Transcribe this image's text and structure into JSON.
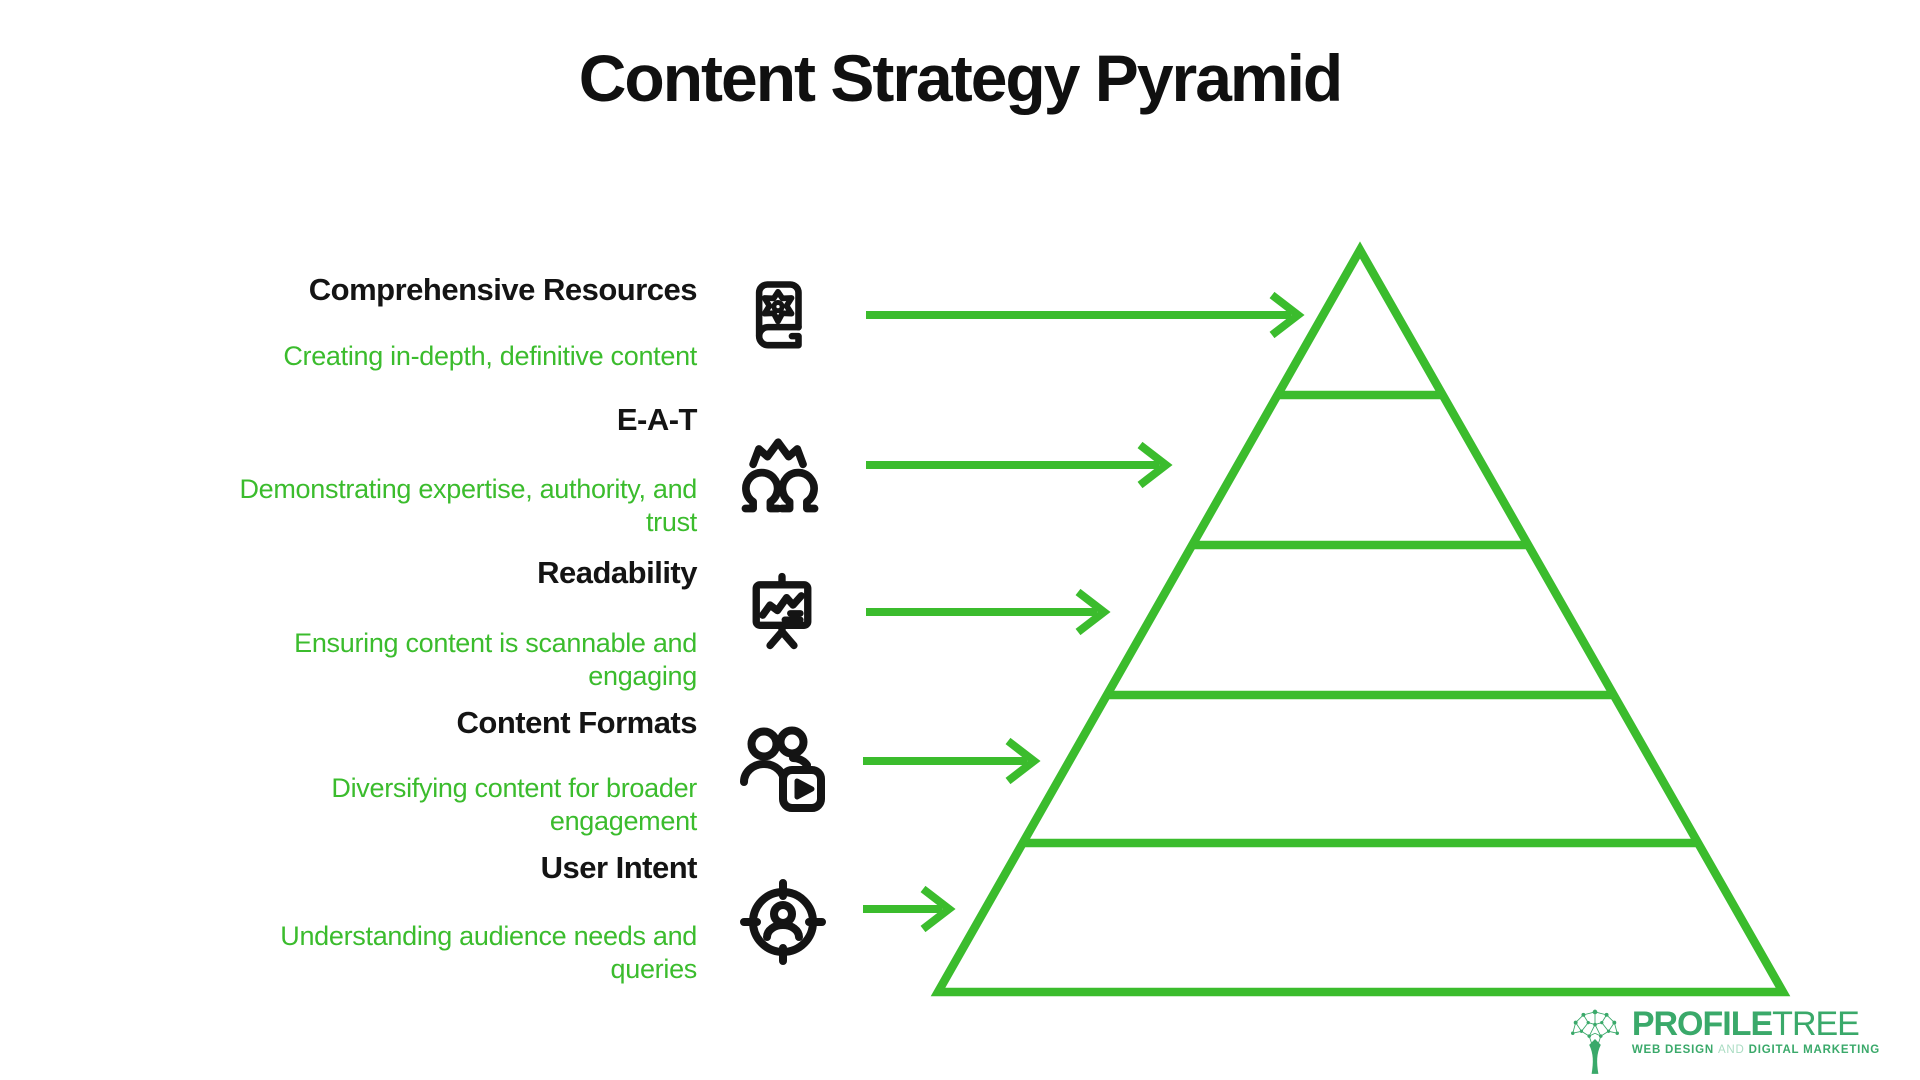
{
  "title": "Content Strategy Pyramid",
  "colors": {
    "accent_green": "#3bbc2d",
    "ink": "#141414",
    "logo_green": "#3aa96a"
  },
  "levels": [
    {
      "heading": "Comprehensive Resources",
      "subtitle": "Creating in-depth, definitive content",
      "icon": "book-gear-icon"
    },
    {
      "heading": "E-A-T",
      "subtitle": "Demonstrating expertise, authority, and\ntrust",
      "icon": "brainstorm-heads-icon"
    },
    {
      "heading": "Readability",
      "subtitle": "Ensuring content is scannable and\nengaging",
      "icon": "presentation-chart-icon"
    },
    {
      "heading": "Content Formats",
      "subtitle": "Diversifying content for broader\nengagement",
      "icon": "people-video-icon"
    },
    {
      "heading": "User Intent",
      "subtitle": "Understanding audience needs and\nqueries",
      "icon": "target-user-icon"
    }
  ],
  "pyramid": {
    "level_count": 5,
    "stroke_color": "#3bbc2d"
  },
  "logo": {
    "brand_bold": "PROFILE",
    "brand_light": "TREE",
    "tagline_part1": "WEB DESIGN ",
    "tagline_and": "AND",
    "tagline_part2": " DIGITAL MARKETING"
  }
}
